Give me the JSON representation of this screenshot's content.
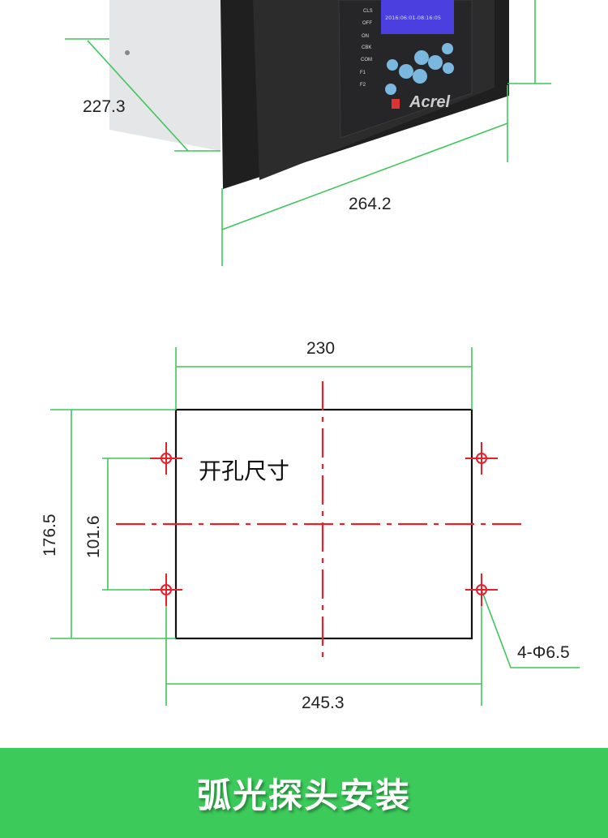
{
  "device": {
    "brand": "Acrel",
    "screen_time": "2016:06:01-08:16:05",
    "buttons": [
      "CLS",
      "OFF",
      "ON",
      "CBK",
      "COM",
      "F1",
      "F2"
    ]
  },
  "top_dimensions": {
    "depth": "227.3",
    "width": "264.2"
  },
  "cutout": {
    "title": "开孔尺寸",
    "width": "230",
    "height": "176.5",
    "hole_vertical_spacing": "101.6",
    "hole_horizontal_spacing": "245.3",
    "holes": "4-Φ6.5"
  },
  "banner": {
    "title": "弧光探头安装"
  },
  "colors": {
    "green": "#3ccb5a",
    "red": "#e8202a"
  }
}
